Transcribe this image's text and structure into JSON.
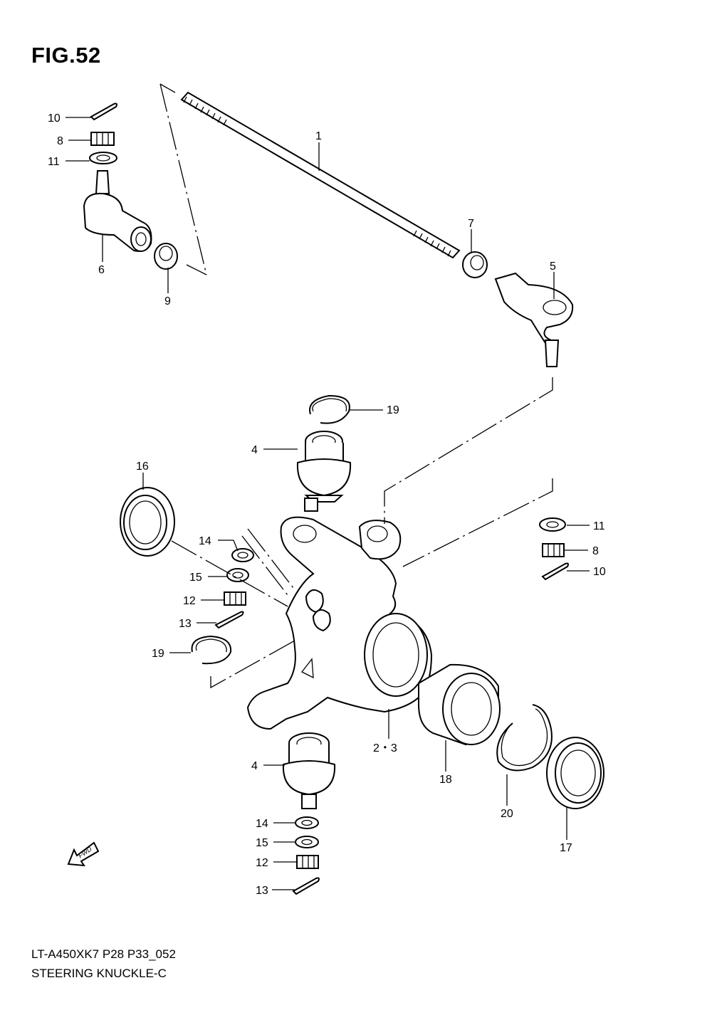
{
  "figure": {
    "title": "FIG.52",
    "code": "LT-A450XK7 P28 P33_052",
    "name": "STEERING KNUCKLE-C"
  },
  "fwd_label": "FWD",
  "callouts": {
    "c10a": "10",
    "c8a": "8",
    "c11a": "11",
    "c6": "6",
    "c9": "9",
    "c1": "1",
    "c7": "7",
    "c5": "5",
    "c19a": "19",
    "c4a": "4",
    "c16": "16",
    "c14a": "14",
    "c15a": "15",
    "c12a": "12",
    "c13a": "13",
    "c19b": "19",
    "c11b": "11",
    "c8b": "8",
    "c10b": "10",
    "c23": "2・3",
    "c18": "18",
    "c20": "20",
    "c17": "17",
    "c4b": "4",
    "c14b": "14",
    "c15b": "15",
    "c12b": "12",
    "c13b": "13"
  }
}
